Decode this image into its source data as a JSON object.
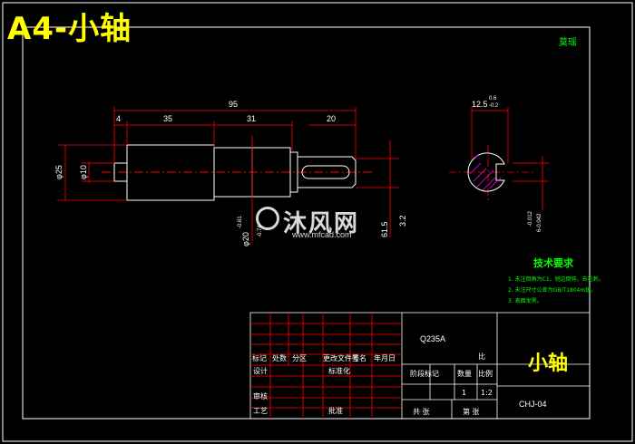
{
  "sheet_title": "A4-小轴",
  "corner_note": "莫瑶",
  "dimensions": {
    "total_length": "95",
    "d4": "4",
    "d35": "35",
    "d31": "31",
    "d20": "20",
    "dia25": "φ25",
    "dia10": "φ10",
    "dia20": "φ20",
    "tol_top": "-0.61",
    "tol_bot": "-0.74",
    "key_width": "12.5",
    "key_tol_top": "0.6",
    "key_tol_bot": "-0.2",
    "side_tol_1": "-0.012",
    "side_tol_2": "6-0.042",
    "rough": "3.2",
    "shaft_len": "61.5"
  },
  "tech_req": {
    "title": "技术要求",
    "lines": [
      "1. 未注倒角为C1，锐边倒钝，去毛刺。",
      "2. 未注尺寸公差为GB/T1804m级。",
      "3. 表面发黑。"
    ]
  },
  "watermark": {
    "name": "沐风网",
    "url": "www.mfcad.com"
  },
  "title_block": {
    "material": "Q235A",
    "part_name": "小轴",
    "drawing_no": "CHJ-04",
    "ratio_label": "比",
    "stage_label": "阶段标记",
    "weight_label": "数量",
    "scale_label": "比例",
    "qty_value": "1",
    "scale_value": "1:2",
    "sheets_total": "共  张",
    "sheet_no": "第  张",
    "mark_label": "标记",
    "count_label": "处数",
    "zone_label": "分区",
    "change_doc": "更改文件号",
    "signature": "签名",
    "date": "年月日",
    "design": "设计",
    "standard": "标准化",
    "review": "审核",
    "process": "工艺",
    "approve": "批准"
  }
}
